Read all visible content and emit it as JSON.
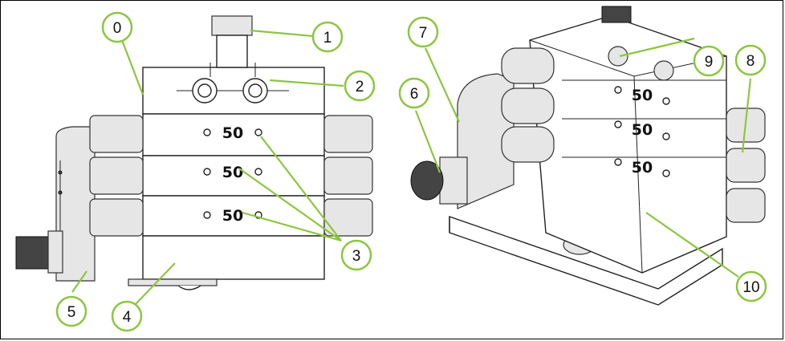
{
  "callouts": {
    "c0": "0",
    "c1": "1",
    "c2": "2",
    "c3": "3",
    "c4": "4",
    "c5": "5",
    "c6": "6",
    "c7": "7",
    "c8": "8",
    "c9": "9",
    "c10": "10"
  },
  "markings": {
    "left_section_1": "50",
    "left_section_2": "50",
    "left_section_3": "50",
    "right_section_1": "50",
    "right_section_2": "50",
    "right_section_3": "50"
  },
  "colors": {
    "callout_accent": "#8cc63f",
    "outline": "#222222"
  }
}
